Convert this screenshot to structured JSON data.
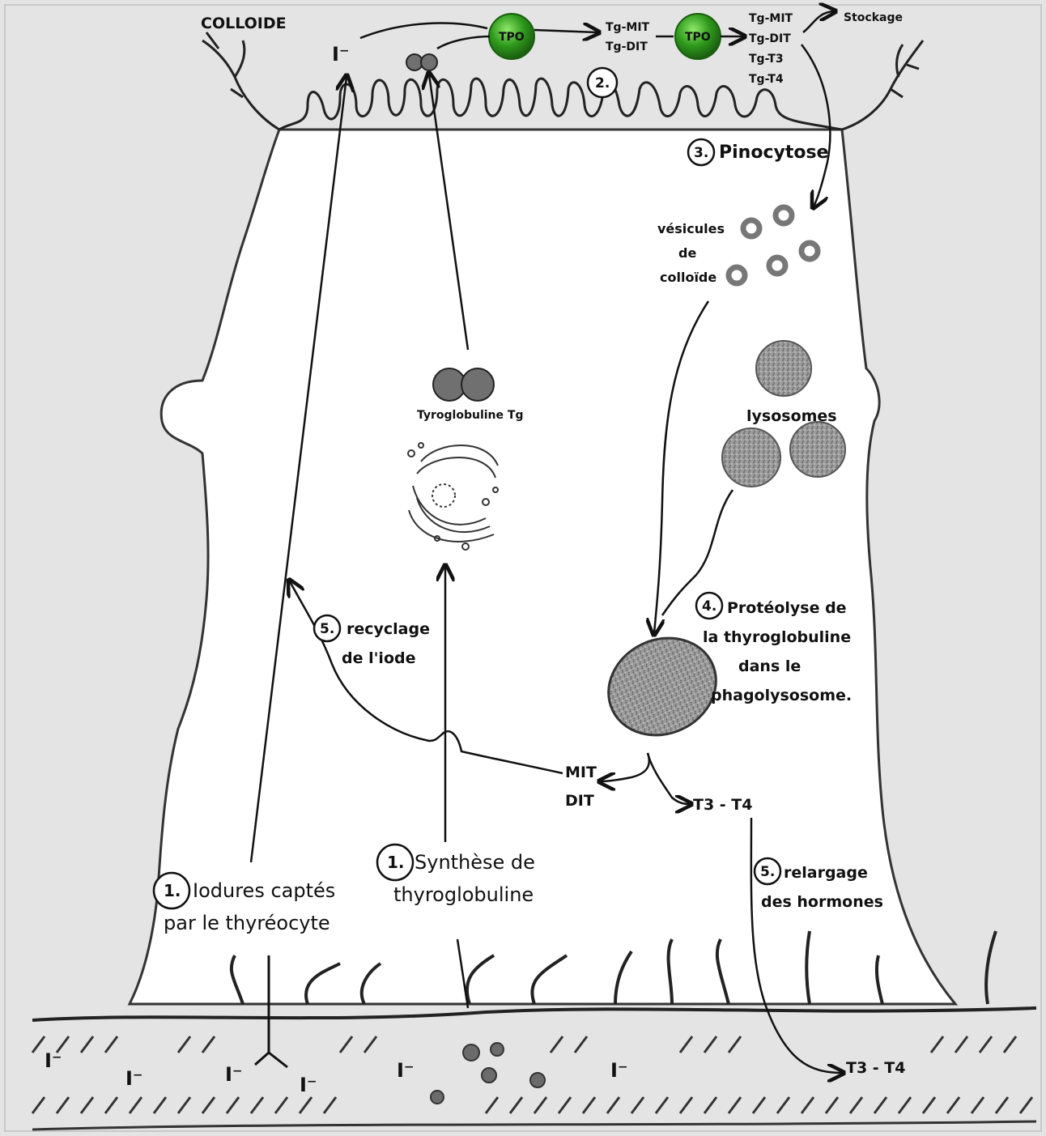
{
  "labels": {
    "colloide": "COLLOIDE",
    "iodide_top": "I⁻",
    "tpo_1": "TPO",
    "tpo_2": "TPO",
    "tg_mit_1": "Tg-MIT",
    "tg_dit_1": "Tg-DIT",
    "tg_mit_2": "Tg-MIT",
    "tg_dit_2": "Tg-DIT",
    "tg_t3": "Tg-T3",
    "tg_t4": "Tg-T4",
    "stockage": "Stockage",
    "pinocytose": "Pinocytose",
    "vesicules": [
      "vésicules",
      "de",
      "colloïde"
    ],
    "lysosomes": "lysosomes",
    "tyroglobuline": "Tyroglobuline Tg",
    "proteolyse": [
      "Protéolyse de",
      "la thyroglobuline",
      "dans le",
      "phagolysosome."
    ],
    "recyclage": [
      "recyclage",
      "de l'iode"
    ],
    "mit": "MIT",
    "dit": "DIT",
    "t3t4_in": "T3 - T4",
    "t3t4_out": "T3 - T4",
    "relargage": [
      "relargage",
      "des hormones"
    ],
    "iodures": [
      "Iodures captés",
      "par le thyréocyte"
    ],
    "synthese": [
      "Synthèse de",
      "thyroglobuline"
    ],
    "iodide_basal": [
      "I⁻",
      "I⁻",
      "I⁻",
      "I⁻",
      "I⁻",
      "I⁻"
    ]
  },
  "steps": {
    "s1a": "1.",
    "s1b": "1.",
    "s2": "2.",
    "s3": "3.",
    "s4": "4.",
    "s5a": "5.",
    "s5b": "5."
  },
  "colors": {
    "tpo_green": "#2f9a1c",
    "tpo_highlight": "#7fe05a",
    "line": "#1a1a1a",
    "grey_particle": "#6b6b6b"
  }
}
